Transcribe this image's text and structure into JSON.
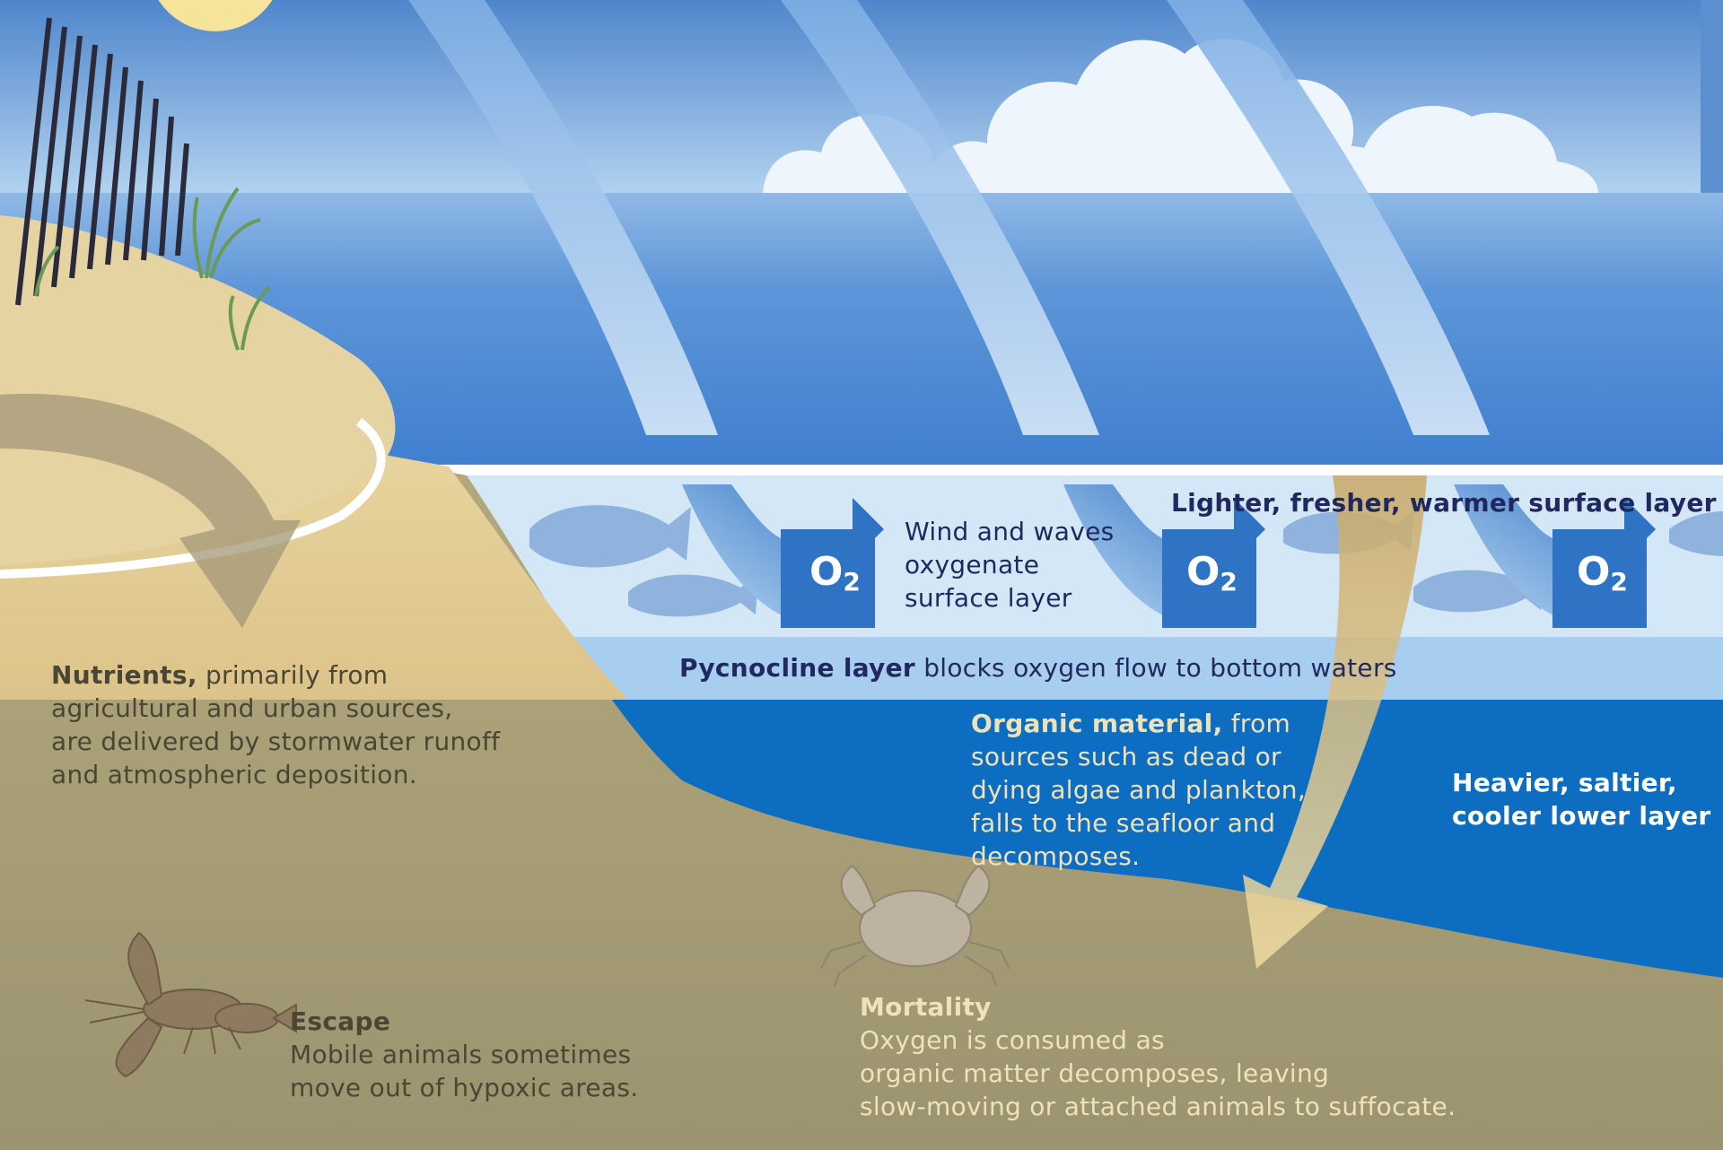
{
  "surface_layer": {
    "label": "Lighter, fresher, warmer surface layer"
  },
  "wind_waves": {
    "line1": "Wind and waves",
    "line2": "oxygenate",
    "line3": "surface layer"
  },
  "oxygen": {
    "symbol": "O",
    "subscript": "2"
  },
  "pycnocline": {
    "bold": "Pycnocline layer",
    "text": " blocks oxygen flow to bottom waters"
  },
  "organic": {
    "bold": "Organic material,",
    "line1_rest": " from",
    "line2": "sources such as dead or",
    "line3": "dying algae and plankton,",
    "line4": "falls to the seafloor and",
    "line5": "decomposes."
  },
  "lower_layer": {
    "line1": "Heavier, saltier,",
    "line2": "cooler lower layer"
  },
  "nutrients": {
    "bold": "Nutrients,",
    "line1_rest": " primarily from",
    "line2": "agricultural and urban sources,",
    "line3": "are delivered by stormwater runoff",
    "line4": "and atmospheric deposition."
  },
  "escape": {
    "title": "Escape",
    "line1": "Mobile animals sometimes",
    "line2": "move out of hypoxic areas."
  },
  "mortality": {
    "title": "Mortality",
    "line1": "Oxygen is consumed as",
    "line2": "organic matter decomposes, leaving",
    "line3": "slow-moving or attached animals to suffocate."
  },
  "colors": {
    "sky_top": "#5b8fd0",
    "sky_bottom": "#a9ccee",
    "sea": "#4f88d2",
    "surface_layer": "#cfe4f6",
    "pycnocline": "#a6cdef",
    "deep_water": "#0b6cc0",
    "sand": "#e4cf95",
    "seafloor": "#a89d72",
    "arrow_blue": "#3f82cc",
    "arrow_tan": "#e0c383"
  }
}
